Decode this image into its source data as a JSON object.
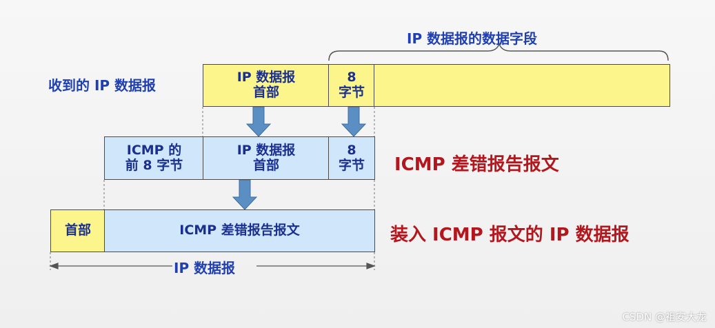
{
  "brace_label": "IP 数据报的数据字段",
  "received_label": "收到的 IP 数据报",
  "row1": {
    "ip_header": "IP 数据报\n首部",
    "eight_bytes": "8\n字节"
  },
  "row2": {
    "icmp_first8": "ICMP 的\n前 8 字节",
    "ip_header": "IP 数据报\n首部",
    "eight_bytes": "8\n字节"
  },
  "row3": {
    "header": "首部",
    "icmp_msg": "ICMP 差错报告报文"
  },
  "icmp_error_label": "ICMP 差错报告报文",
  "encap_label": "装入 ICMP 报文的 IP 数据报",
  "ip_datagram_label": "IP 数据报",
  "watermark": "CSDN @祖安大龙",
  "colors": {
    "yellow": "#fbf58b",
    "light_blue": "#cfe6fb",
    "arrow": "#5b8fc4",
    "blue_text": "#1f3fb3",
    "red_text": "#b3161c"
  }
}
